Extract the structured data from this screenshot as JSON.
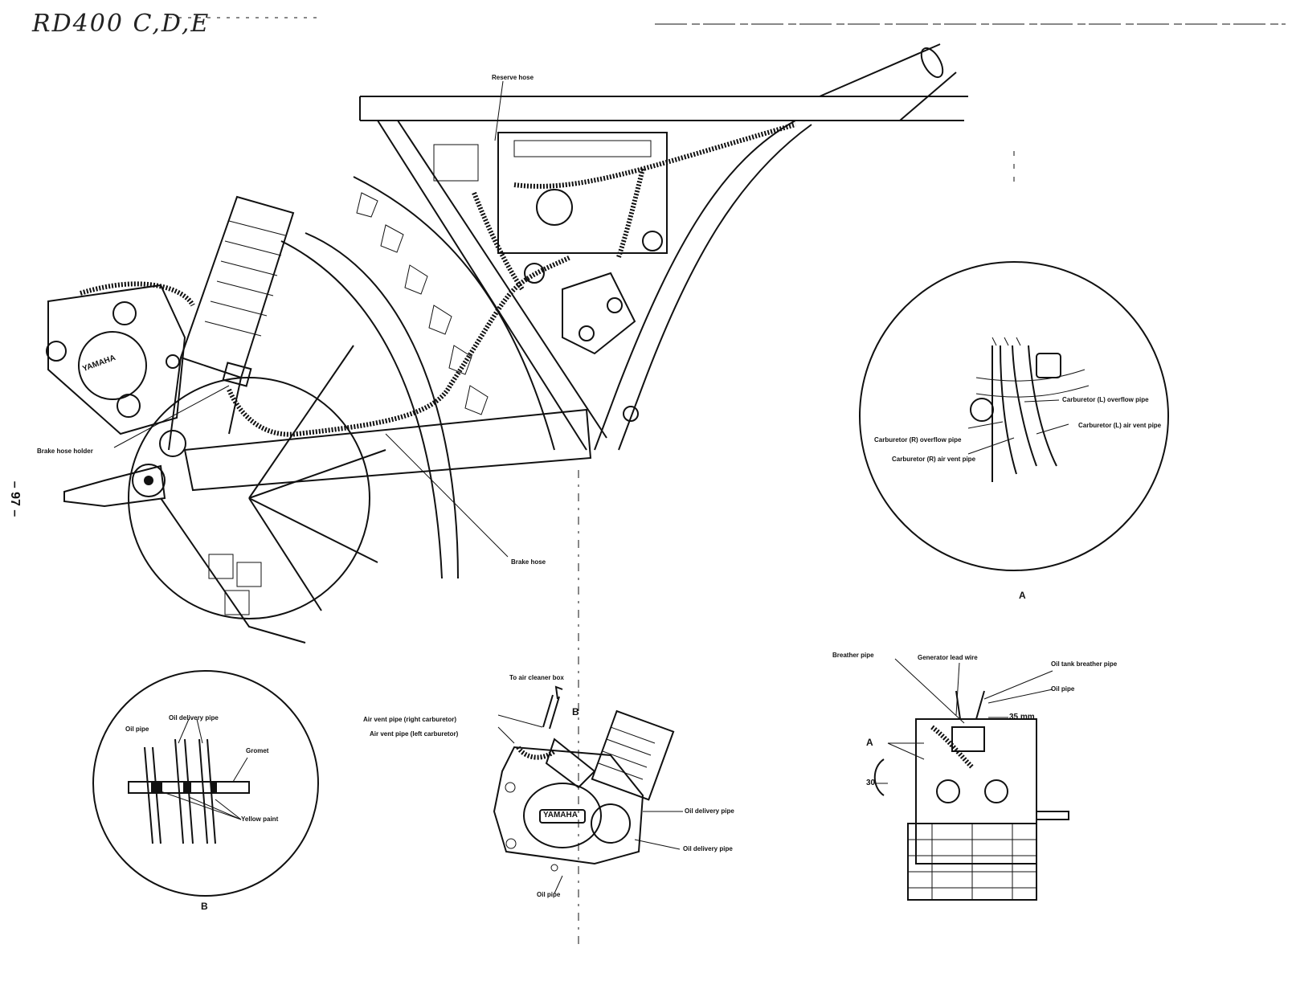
{
  "title": "RD400 C,D,E",
  "page_number": "– 97 –",
  "main_view": {
    "labels": {
      "reserve_hose": "Reserve hose",
      "brake_hose_holder": "Brake hose holder",
      "brake_hose": "Brake hose",
      "caliper_brand": "YAMAHA"
    }
  },
  "detail_a": {
    "title": "A",
    "labels": {
      "carb_l_overflow": "Carburetor (L) overflow pipe",
      "carb_r_overflow": "Carburetor (R) overflow pipe",
      "carb_l_air_vent": "Carburetor (L) air vent pipe",
      "carb_r_air_vent": "Carburetor (R) air vent pipe"
    }
  },
  "detail_b": {
    "title": "B",
    "labels": {
      "oil_pipe": "Oil pipe",
      "oil_delivery_pipe": "Oil delivery pipe",
      "gromet": "Gromet",
      "yellow_paint": "Yellow paint"
    }
  },
  "engine_side": {
    "labels": {
      "to_air_cleaner_box": "To air cleaner box",
      "b_marker": "B",
      "air_vent_right": "Air vent pipe (right carburetor)",
      "air_vent_left": "Air vent pipe (left carburetor)",
      "oil_delivery_1": "Oil delivery pipe",
      "oil_delivery_2": "Oil delivery pipe",
      "oil_pipe": "Oil pipe",
      "engine_brand": "YAMAHA"
    }
  },
  "engine_rear": {
    "labels": {
      "breather_pipe": "Breather pipe",
      "generator_lead_wire": "Generator lead wire",
      "oil_tank_breather_pipe": "Oil tank breather pipe",
      "oil_pipe": "Oil pipe",
      "dimension_35": "35 mm",
      "a_marker": "A",
      "dimension_30": "30"
    }
  }
}
